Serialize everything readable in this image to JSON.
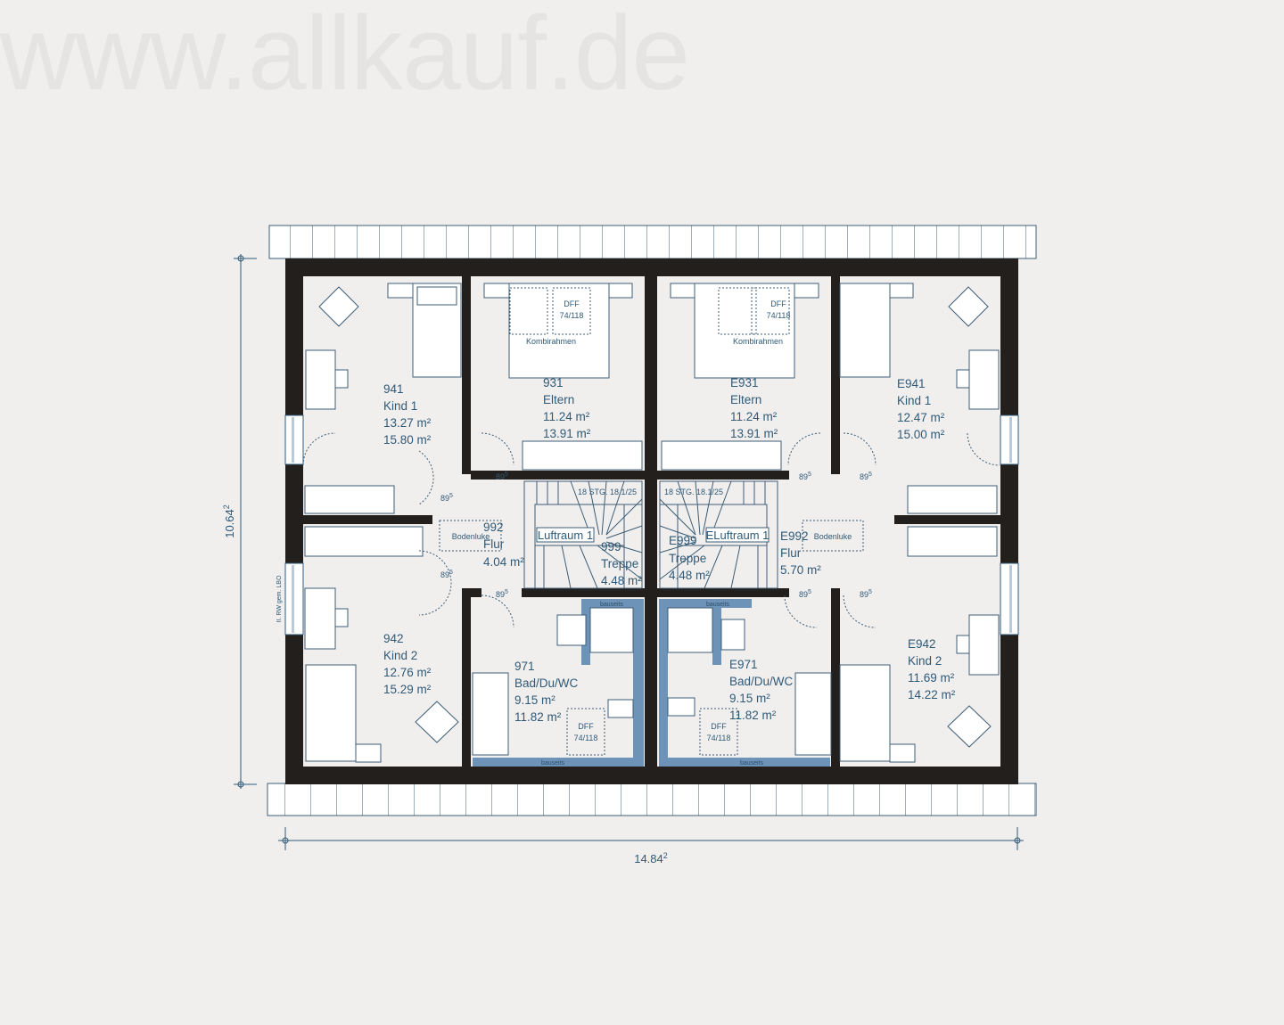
{
  "watermark": "www.allkauf.de",
  "dimensions": {
    "height": "10.64",
    "height_sup": "2",
    "width": "14.84",
    "width_sup": "2",
    "side_note": "II. RW gem. LBO"
  },
  "rooms": {
    "r941": {
      "id": "941",
      "name": "Kind 1",
      "area1": "13.27 m²",
      "area2": "15.80 m²"
    },
    "r931": {
      "id": "931",
      "name": "Eltern",
      "area1": "11.24 m²",
      "area2": "13.91 m²"
    },
    "rE931": {
      "id": "E931",
      "name": "Eltern",
      "area1": "11.24 m²",
      "area2": "13.91 m²"
    },
    "rE941": {
      "id": "E941",
      "name": "Kind 1",
      "area1": "12.47 m²",
      "area2": "15.00 m²"
    },
    "r992": {
      "id": "992",
      "name": "Flur",
      "area1": "4.04 m²"
    },
    "r999": {
      "id": "999",
      "name": "Treppe",
      "area1": "4.48 m²"
    },
    "rE999": {
      "id": "E999",
      "name": "Treppe",
      "area1": "4.48 m²"
    },
    "rE992": {
      "id": "E992",
      "name": "Flur",
      "area1": "5.70 m²"
    },
    "r942": {
      "id": "942",
      "name": "Kind 2",
      "area1": "12.76 m²",
      "area2": "15.29 m²"
    },
    "r971": {
      "id": "971",
      "name": "Bad/Du/WC",
      "area1": "9.15 m²",
      "area2": "11.82 m²"
    },
    "rE971": {
      "id": "E971",
      "name": "Bad/Du/WC",
      "area1": "9.15 m²",
      "area2": "11.82 m²"
    },
    "rE942": {
      "id": "E942",
      "name": "Kind 2",
      "area1": "11.69 m²",
      "area2": "14.22 m²"
    }
  },
  "annotations": {
    "dff": "DFF",
    "dff_size": "74/118",
    "kombirahmen": "Kombirahmen",
    "bodenluke": "Bodenluke",
    "luftraum_left": "Luftraum 1",
    "luftraum_right": "ELuftraum 1",
    "stairs": "18 STG. 18.1/25",
    "door_width": "89",
    "door_width_sup": "5",
    "bauseits": "bauseits"
  },
  "colors": {
    "wall": "#231f1c",
    "line": "#2f5a78",
    "installation": "#6e93b8",
    "background": "#f1efee",
    "fixture_fill": "#ffffff"
  }
}
